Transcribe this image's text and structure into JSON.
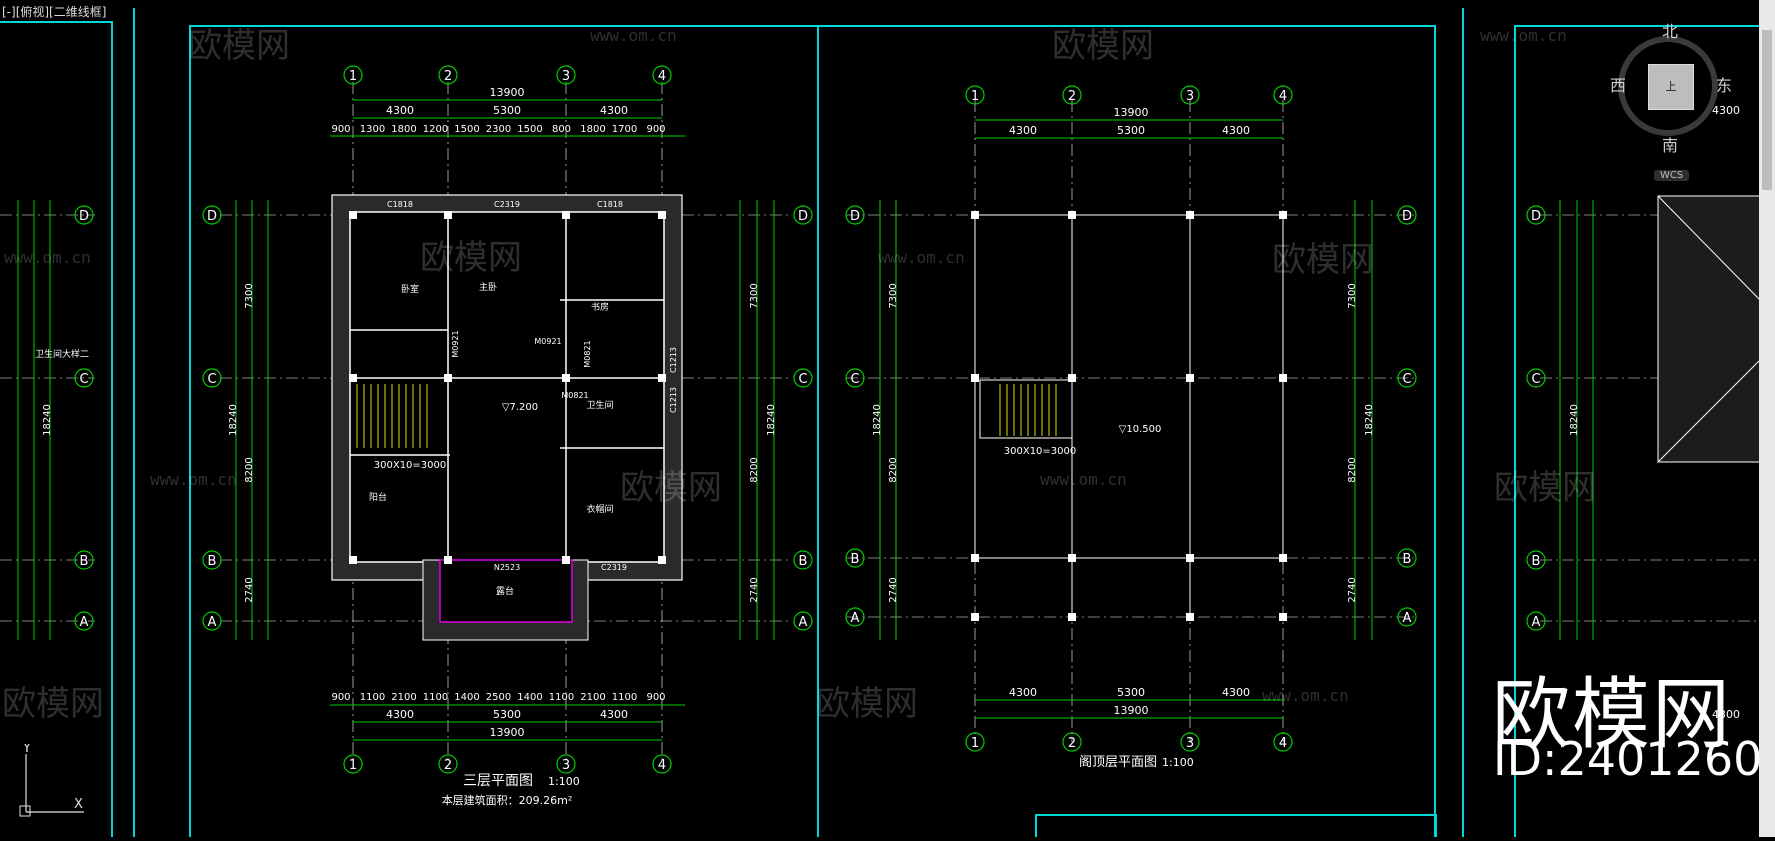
{
  "viewport": {
    "label": "[-][俯视][二维线框]"
  },
  "viewcube": {
    "north": "北",
    "south": "南",
    "west": "西",
    "east": "东",
    "top": "上",
    "wcs": "WCS"
  },
  "watermark": {
    "brand": "欧模网",
    "url": "www.om.cn"
  },
  "brand_stamp": {
    "name": "欧模网",
    "id": "ID:2401260"
  },
  "plan_left": {
    "title": "三层平面图",
    "scale": "1:100",
    "area_label": "本层建筑面积：209.26m²",
    "axis_numbers": [
      "1",
      "2",
      "3",
      "4"
    ],
    "axis_letters": [
      "D",
      "C",
      "B",
      "A"
    ],
    "top_total": "13900",
    "top_spans": [
      "4300",
      "5300",
      "4300"
    ],
    "top_details": [
      "900",
      "1300",
      "1800",
      "1200",
      "1500",
      "2300",
      "1500",
      "800",
      "1800",
      "1700",
      "900"
    ],
    "bottom_details": [
      "900",
      "1100",
      "2100",
      "1100",
      "1400",
      "2500",
      "1400",
      "1100",
      "2100",
      "1100",
      "900"
    ],
    "bottom_spans": [
      "4300",
      "5300",
      "4300"
    ],
    "bottom_total": "13900",
    "side_total": "18240",
    "side_spans": [
      "7300",
      "8200",
      "2740"
    ],
    "rooms": [
      "卧室",
      "主卧",
      "书房",
      "阳台",
      "卫生间",
      "衣帽间",
      "露台"
    ],
    "doors": [
      "C1818",
      "C2319",
      "C1818",
      "M0921",
      "M0921",
      "M0821",
      "M0821",
      "N2523",
      "C2319",
      "C1213",
      "C1213"
    ],
    "stair": "300X10=3000",
    "level": "7.200"
  },
  "plan_right": {
    "title": "阁顶层平面图",
    "scale": "1:100",
    "axis_numbers": [
      "1",
      "2",
      "3",
      "4"
    ],
    "axis_letters": [
      "D",
      "C",
      "B",
      "A"
    ],
    "top_total": "13900",
    "top_spans": [
      "4300",
      "5300",
      "4300"
    ],
    "bottom_spans": [
      "4300",
      "5300",
      "4300"
    ],
    "bottom_total": "13900",
    "side_total": "18240",
    "side_spans": [
      "7300",
      "8200",
      "2740"
    ],
    "stair": "300X10=3000",
    "level": "10.500"
  },
  "edge_plan": {
    "axis_letters": [
      "D",
      "C",
      "B",
      "A"
    ],
    "label": "卫生间大样二",
    "side_total": "18240",
    "right_spans": [
      "4300",
      "4300"
    ]
  },
  "colors": {
    "cyan": "#00e0e0",
    "green": "#00d000",
    "white": "#ffffff",
    "magenta": "#e000e0",
    "yellow": "#e0e000"
  }
}
